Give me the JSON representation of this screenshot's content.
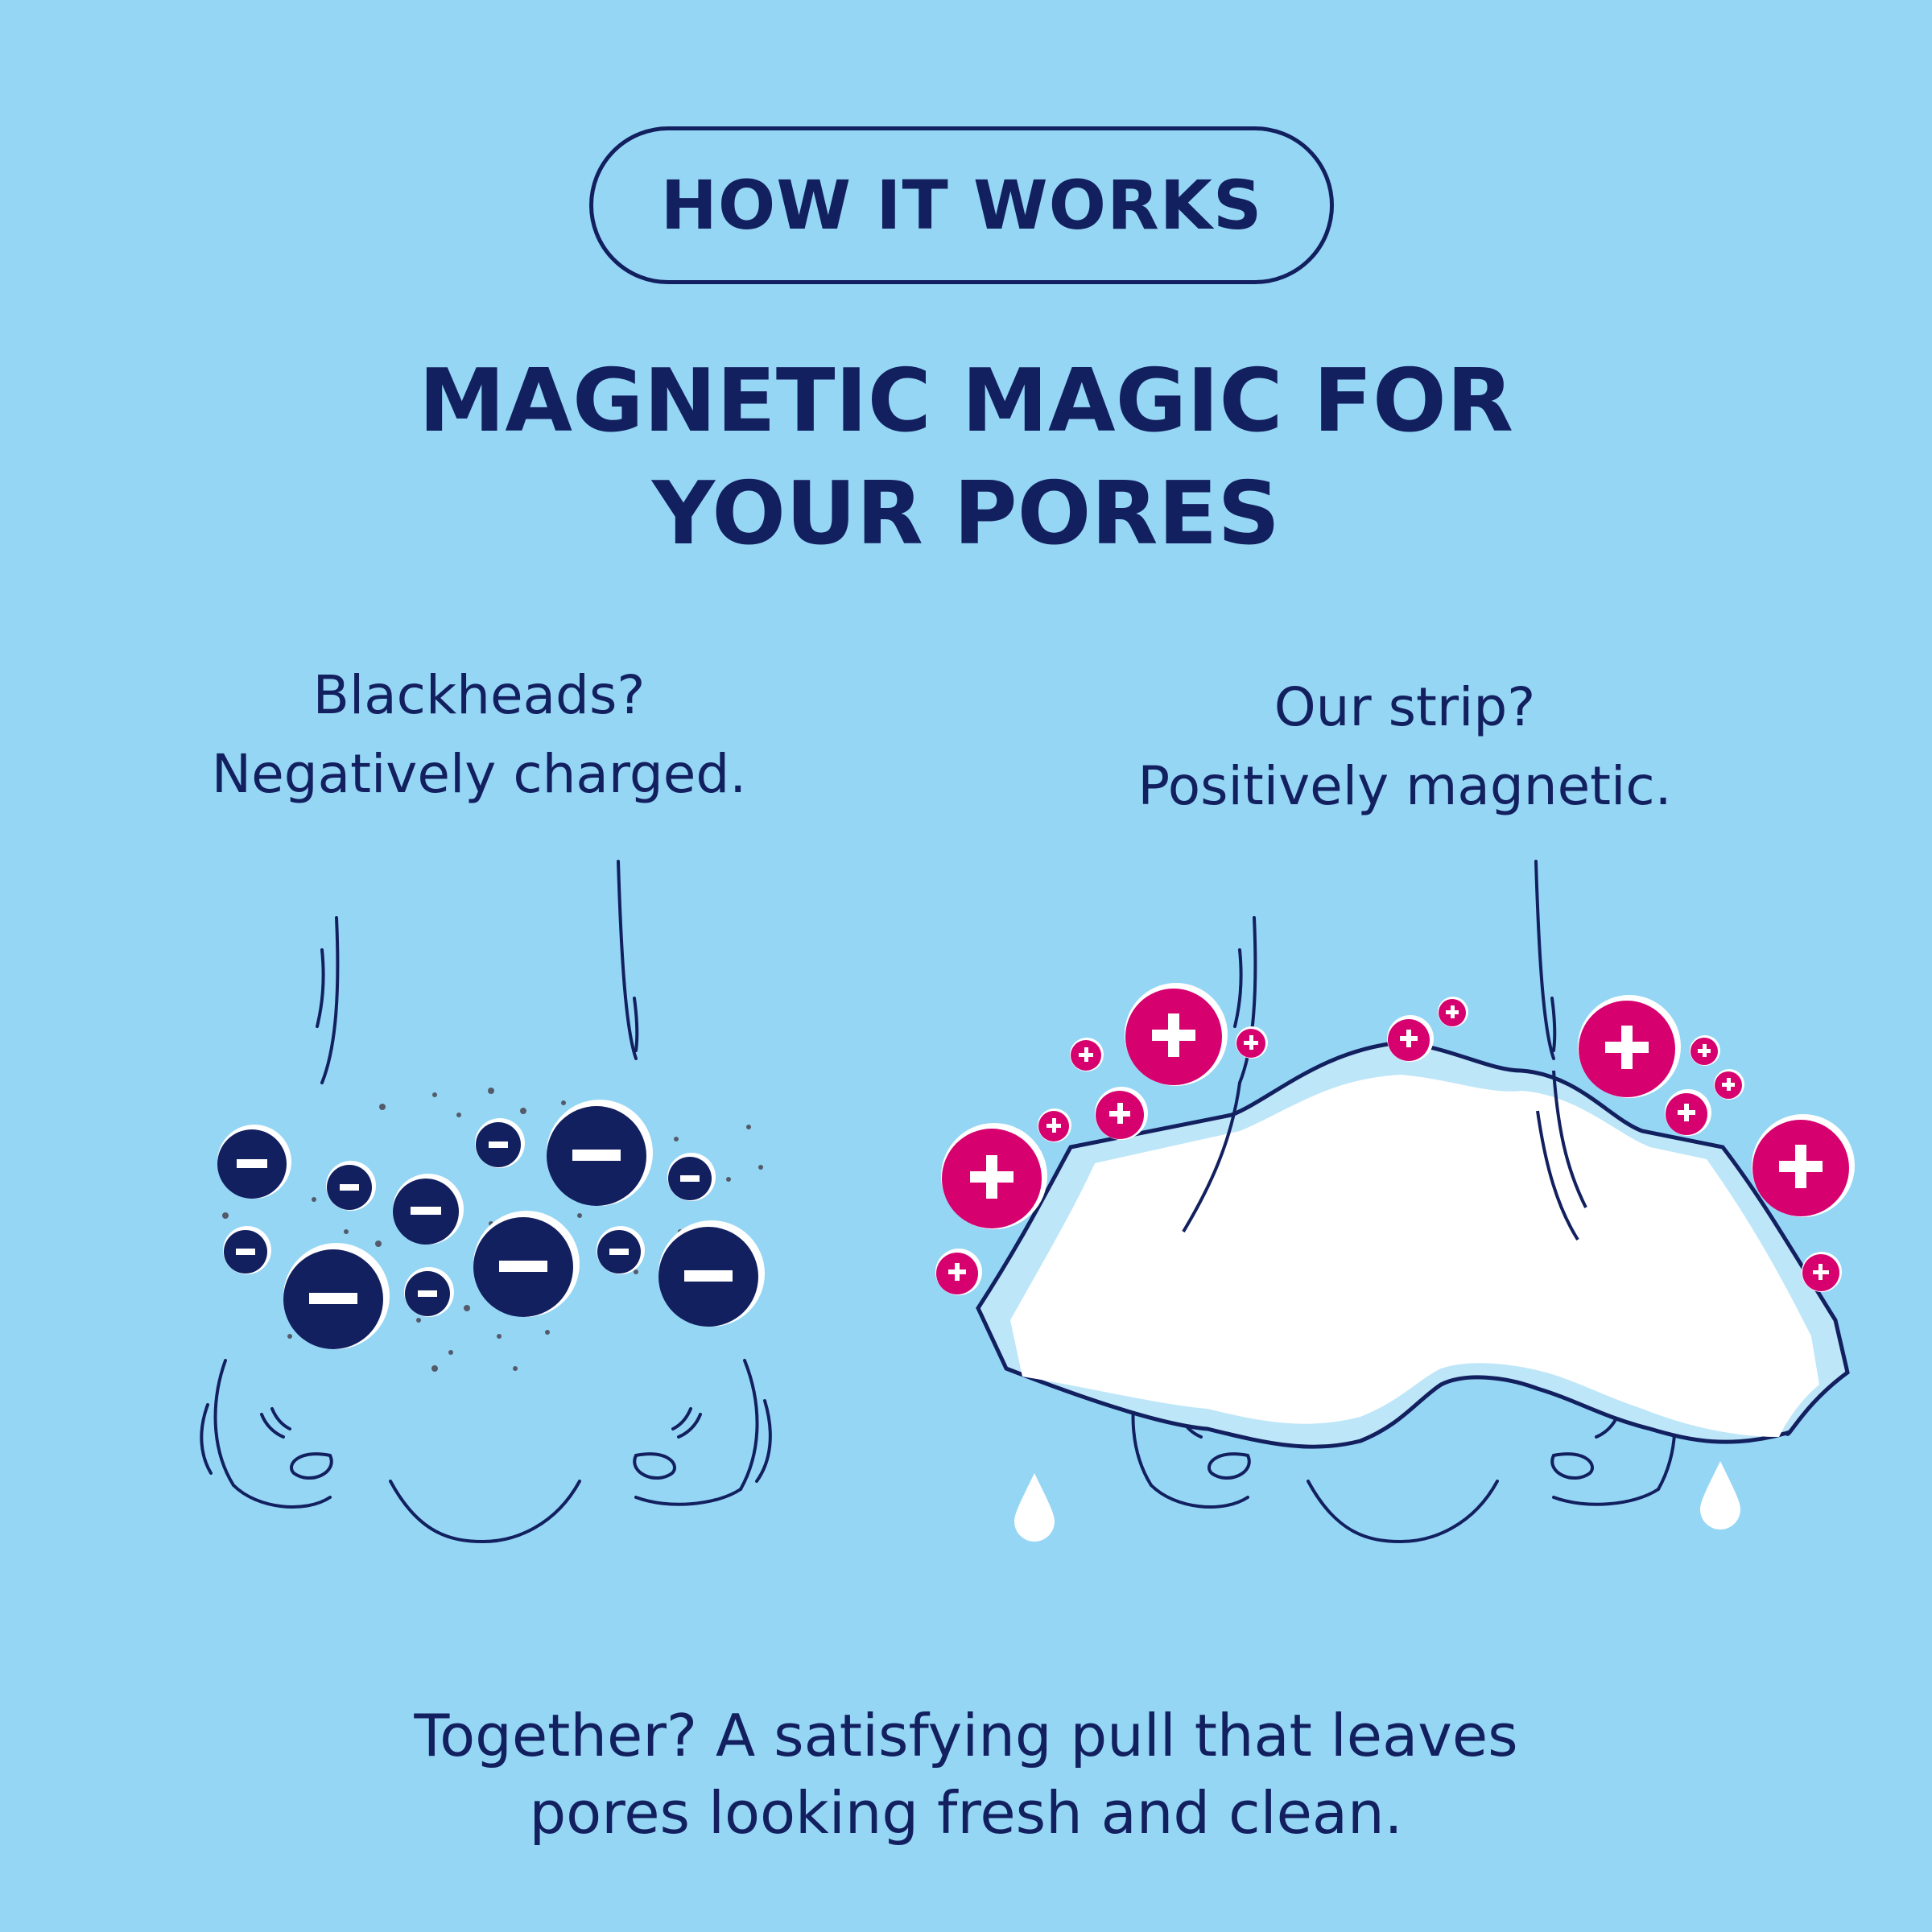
{
  "badge": {
    "label": "HOW IT WORKS"
  },
  "headline": {
    "line1": "MAGNETIC MAGIC FOR",
    "line2": "YOUR PORES"
  },
  "left_panel": {
    "line1": "Blackheads?",
    "line2": "Negatively charged."
  },
  "right_panel": {
    "line1": "Our strip?",
    "line2": "Positively magnetic."
  },
  "footer": {
    "line1": "Together? A satisfying pull that leaves",
    "line2": "pores looking fresh and clean."
  },
  "colors": {
    "background": "#95d6f5",
    "navy": "#13205f",
    "magenta": "#d6006f",
    "white": "#ffffff"
  },
  "icons": [
    "minus-charge-icon",
    "plus-charge-icon",
    "nose-illustration",
    "pore-strip-illustration",
    "droplet-icon"
  ]
}
